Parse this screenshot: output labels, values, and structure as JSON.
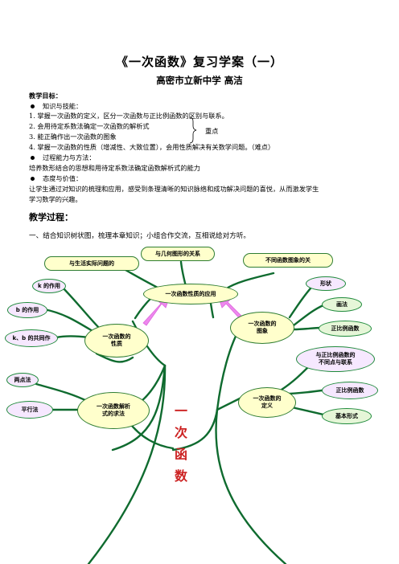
{
  "header": {
    "title": "《一次函数》复习学案（一）",
    "subtitle": "高密市立新中学      高洁"
  },
  "goals": {
    "heading": "教学目标：",
    "knowledge_heading": "知识与技能：",
    "items": [
      "1. 掌握一次函数的定义，区分一次函数与正比例函数的区别与联系。",
      "2. 会用待定系数法确定一次函数的解析式",
      "3. 能正确作出一次函数的图象",
      "4. 掌握一次函数的性质（增减性、大致位置），会用性质解决有关数学问题。（难点）"
    ],
    "key_point": "重点",
    "process_method_heading": "过程能力与方法：",
    "process_method_text": "培养数形结合的思想和用待定系数法确定函数解析式的能力",
    "attitude_heading": "态度与价值：",
    "attitude_text_1": "让学生通过对知识的梳理和应用，感受到条理清晰的知识脉络和成功解决问题的喜悦，从而激发学生",
    "attitude_text_2": "学习数学的兴趣。"
  },
  "process": {
    "heading": "教学过程：",
    "step1": "一、结合知识树状图，梳理本章知识；小组合作交流，互相说给对方听。"
  },
  "tree": {
    "trunk_label": [
      "一",
      "次",
      "函",
      "数"
    ],
    "nodes": {
      "real_life": "与生活实际问题的",
      "geometry": "与几何图形的关系",
      "diff_graphs": "不同函数图象的关",
      "application": "一次函数性质的应用",
      "k_effect": "k 的作用",
      "b_effect": "b 的作用",
      "kb_effect": "k、b 的共同作",
      "properties_1": "一次函数的",
      "properties_2": "性质",
      "graph_1": "一次函数的",
      "graph_2": "图象",
      "shape": "形状",
      "drawing": "画法",
      "proportional_graph": "正比例函数",
      "relation_1": "与正比例函数的",
      "relation_2": "不同点与联系",
      "two_point": "两点法",
      "translation": "平行法",
      "analytic_1": "一次函数解析",
      "analytic_2": "式的求法",
      "definition_1": "一次函数的",
      "definition_2": "定义",
      "proportional_def": "正比例函数",
      "basic_form": "基本形式"
    },
    "colors": {
      "branch": "#0f6b2f",
      "node_border": "#2e7d32",
      "trunk_text": "#cc2222",
      "arrow": "#ee88ee"
    }
  }
}
